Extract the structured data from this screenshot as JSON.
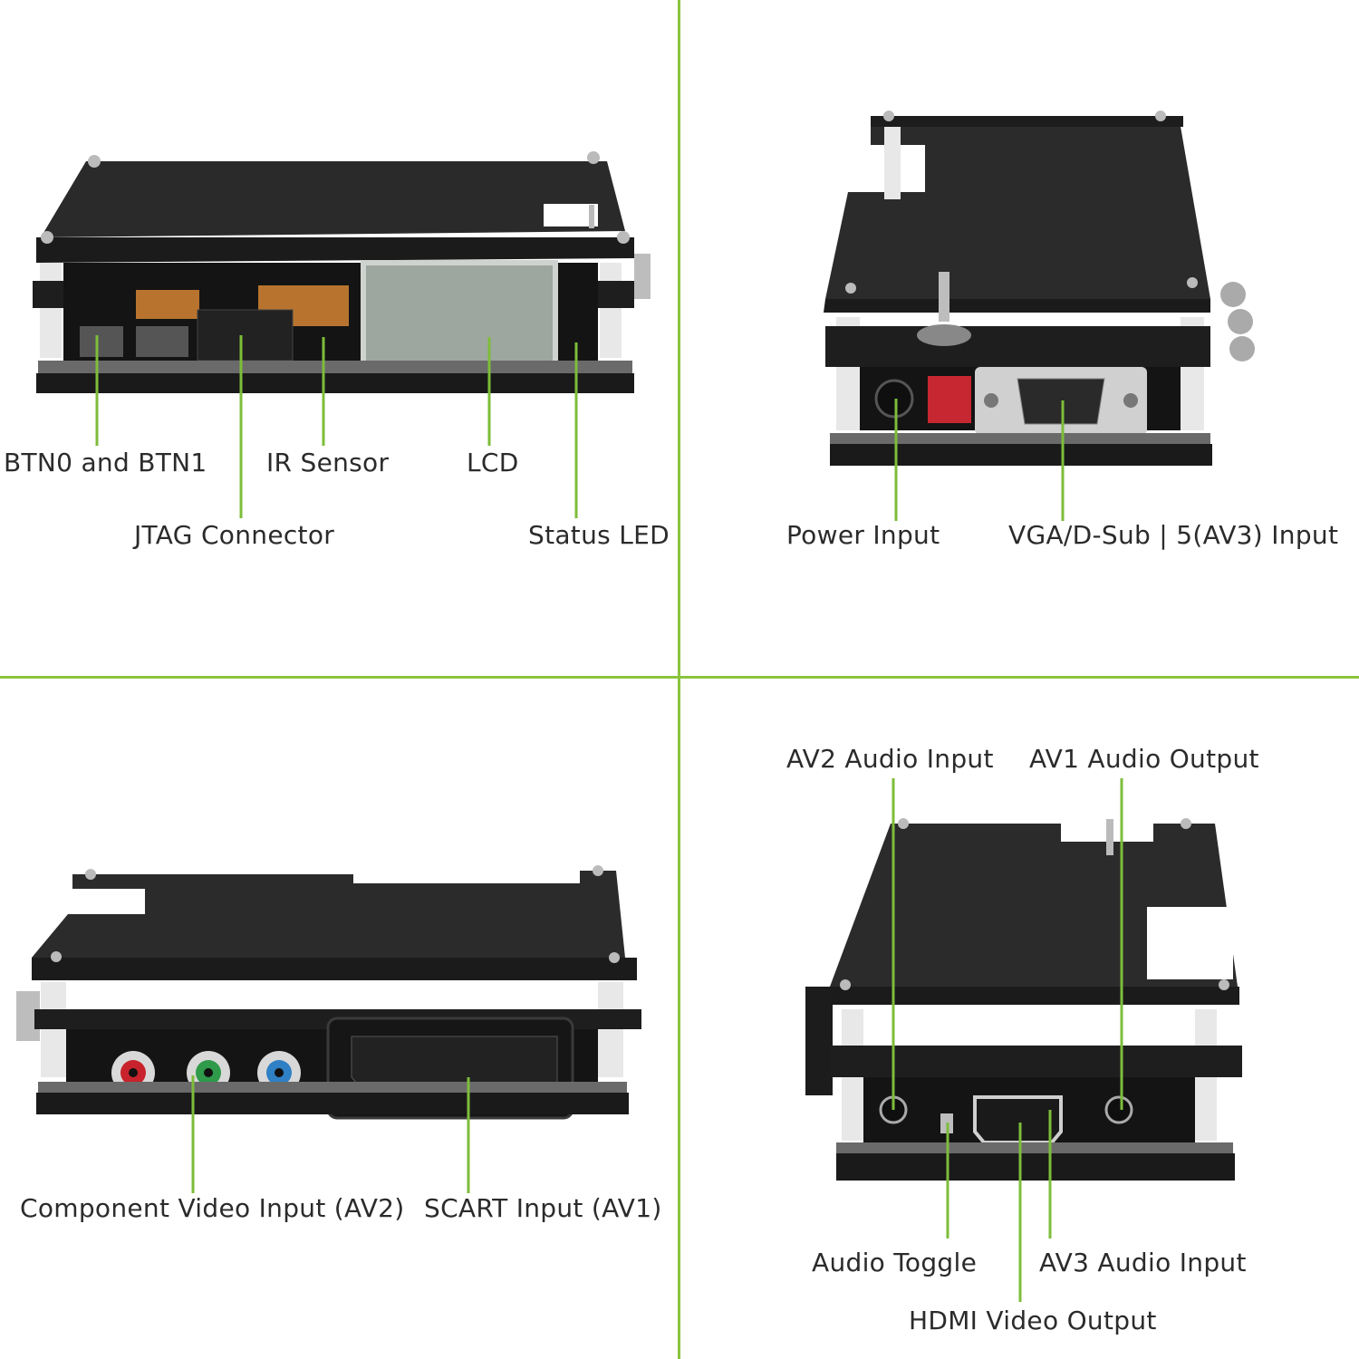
{
  "labels": {
    "btn0_btn1": "BTN0 and BTN1",
    "jtag_connector": "JTAG Connector",
    "ir_sensor": "IR Sensor",
    "lcd": "LCD",
    "status_led": "Status LED",
    "power_input": "Power Input",
    "vga_dsub_input": "VGA/D-Sub | 5(AV3) Input",
    "component_video_input": "Component Video Input (AV2)",
    "scart_input": "SCART Input (AV1)",
    "av2_audio_input": "AV2 Audio Input",
    "av1_audio_output": "AV1 Audio Output",
    "audio_toggle": "Audio Toggle",
    "av3_audio_input": "AV3 Audio Input",
    "hdmi_video_output": "HDMI Video Output"
  },
  "colors": {
    "divider": "#8ac43f",
    "leader_line": "#7dbd3a",
    "label_text": "#2b2b2b"
  }
}
